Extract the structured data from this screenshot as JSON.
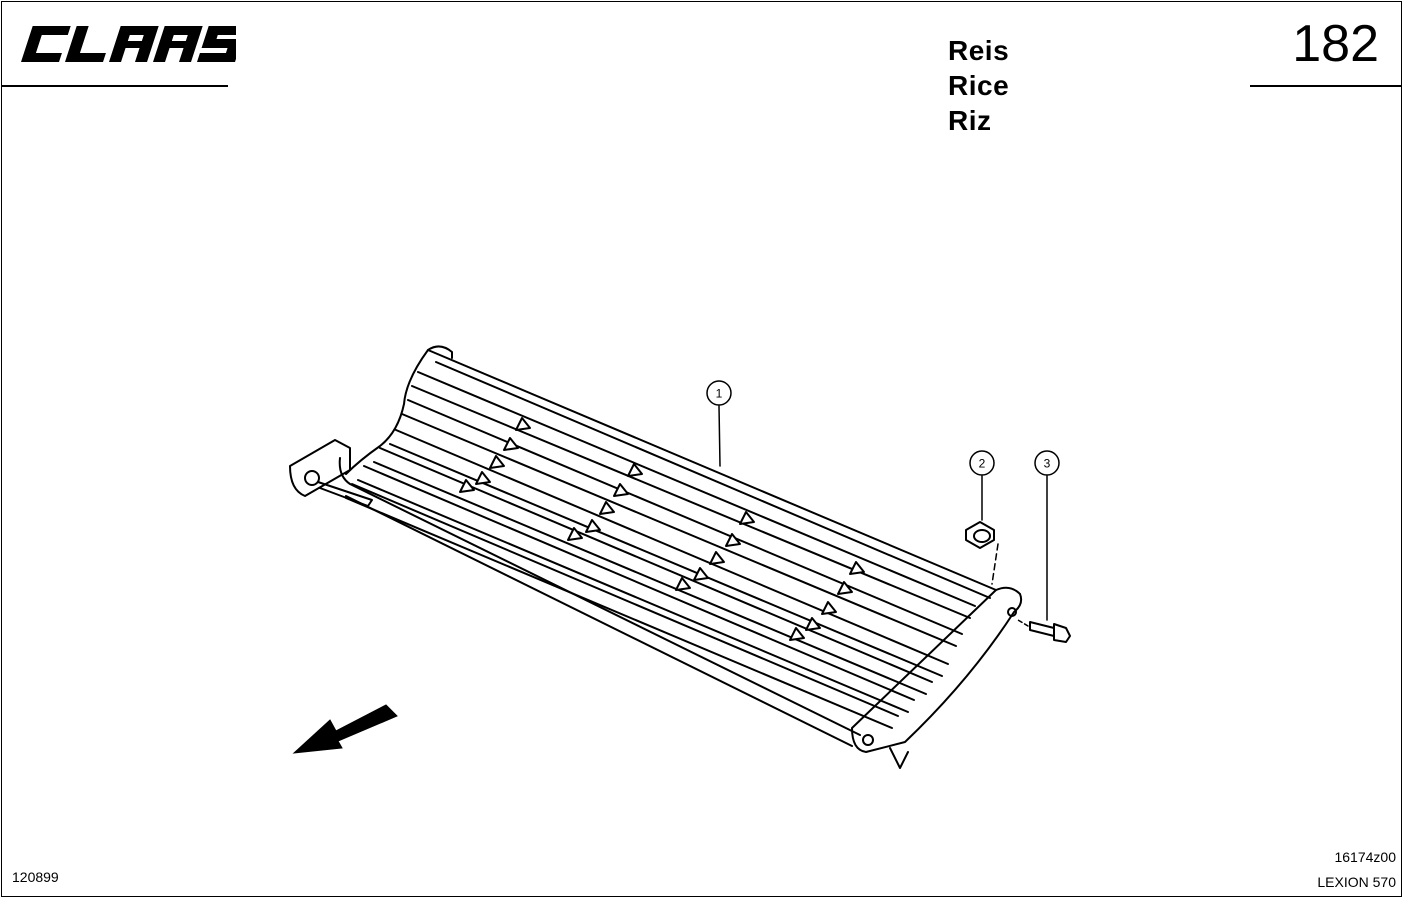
{
  "header": {
    "brand": "CLAAS",
    "titles": [
      "Reis",
      "Rice",
      "Riz"
    ],
    "page_number": "182"
  },
  "drawing": {
    "callouts": [
      "1",
      "2",
      "3"
    ]
  },
  "footer": {
    "date_code": "120899",
    "drawing_code": "16174z00",
    "model": "LEXION 570"
  }
}
